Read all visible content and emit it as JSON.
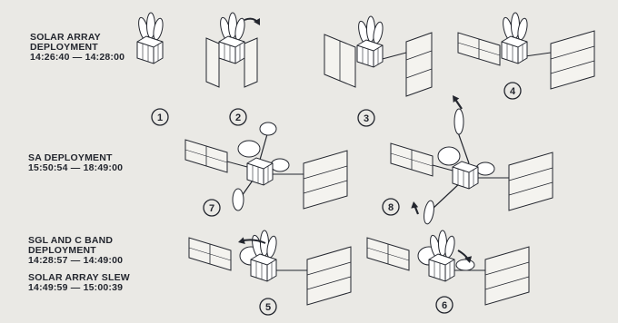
{
  "phases": [
    {
      "id": "solar-array",
      "lines": [
        "SOLAR ARRAY",
        "DEPLOYMENT",
        "14:26:40 — 14:28:00"
      ]
    },
    {
      "id": "sa",
      "lines": [
        "SA DEPLOYMENT",
        "15:50:54 — 18:49:00"
      ]
    },
    {
      "id": "sgl-c-band",
      "lines": [
        "SGL AND C BAND",
        "DEPLOYMENT",
        "14:28:57 — 14:49:00"
      ]
    },
    {
      "id": "slew",
      "lines": [
        "SOLAR ARRAY SLEW",
        "14:49:59 — 15:00:39"
      ]
    }
  ],
  "steps": [
    "1",
    "2",
    "3",
    "4",
    "5",
    "6",
    "7",
    "8"
  ],
  "colors": {
    "ink": "#23262e",
    "paper": "#eae9e5",
    "panel": "#f4f3ef",
    "spacecraft": "#ffffff"
  }
}
